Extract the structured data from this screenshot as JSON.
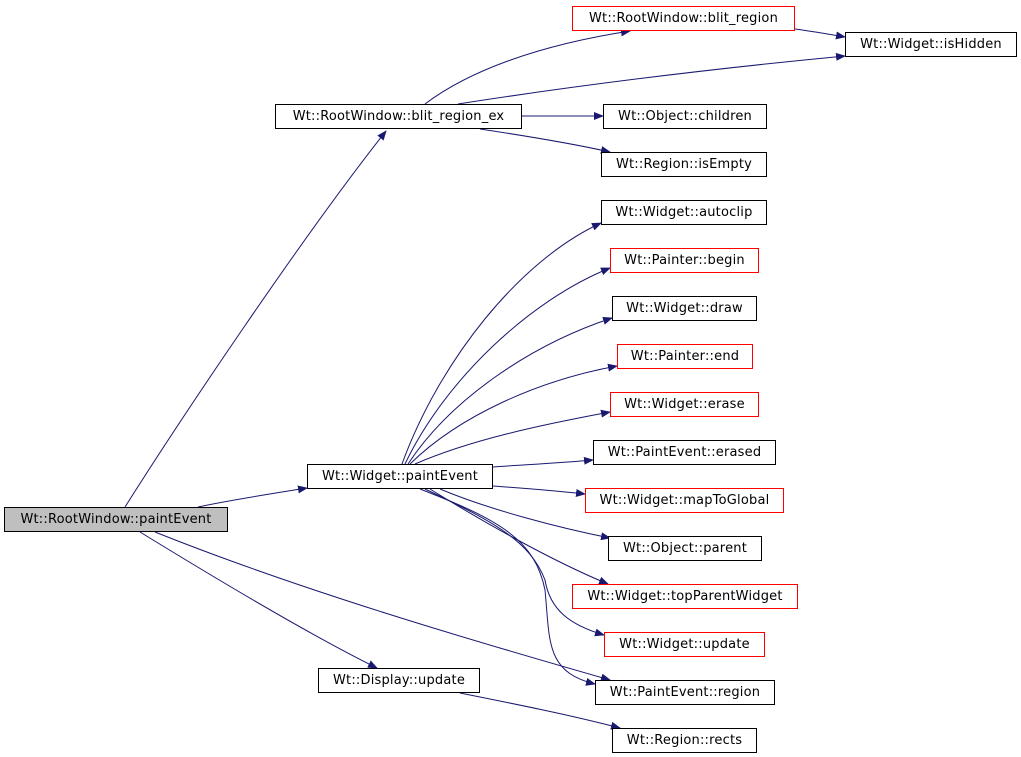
{
  "graph": {
    "colors": {
      "edge": "#191970",
      "node_border": "#000000",
      "node_border_external": "#ff0000",
      "root_fill": "#bfbfbf",
      "node_fill": "#ffffff"
    },
    "nodes": [
      {
        "id": "n0",
        "label": "Wt::RootWindow::paintEvent"
      },
      {
        "id": "n1",
        "label": "Wt::RootWindow::blit_region_ex"
      },
      {
        "id": "n2",
        "label": "Wt::RootWindow::blit_region"
      },
      {
        "id": "n3",
        "label": "Wt::Widget::isHidden"
      },
      {
        "id": "n4",
        "label": "Wt::Object::children"
      },
      {
        "id": "n5",
        "label": "Wt::Region::isEmpty"
      },
      {
        "id": "n6",
        "label": "Wt::Widget::paintEvent"
      },
      {
        "id": "n7",
        "label": "Wt::Widget::autoclip"
      },
      {
        "id": "n8",
        "label": "Wt::Painter::begin"
      },
      {
        "id": "n9",
        "label": "Wt::Widget::draw"
      },
      {
        "id": "n10",
        "label": "Wt::Painter::end"
      },
      {
        "id": "n11",
        "label": "Wt::Widget::erase"
      },
      {
        "id": "n12",
        "label": "Wt::PaintEvent::erased"
      },
      {
        "id": "n13",
        "label": "Wt::Widget::mapToGlobal"
      },
      {
        "id": "n14",
        "label": "Wt::Object::parent"
      },
      {
        "id": "n15",
        "label": "Wt::Widget::topParentWidget"
      },
      {
        "id": "n16",
        "label": "Wt::Widget::update"
      },
      {
        "id": "n17",
        "label": "Wt::Display::update"
      },
      {
        "id": "n18",
        "label": "Wt::PaintEvent::region"
      },
      {
        "id": "n19",
        "label": "Wt::Region::rects"
      }
    ],
    "edges": [
      {
        "from": "Wt::RootWindow::paintEvent",
        "to": "Wt::RootWindow::blit_region_ex"
      },
      {
        "from": "Wt::RootWindow::paintEvent",
        "to": "Wt::Widget::paintEvent"
      },
      {
        "from": "Wt::RootWindow::paintEvent",
        "to": "Wt::Display::update"
      },
      {
        "from": "Wt::RootWindow::paintEvent",
        "to": "Wt::PaintEvent::region"
      },
      {
        "from": "Wt::RootWindow::blit_region_ex",
        "to": "Wt::RootWindow::blit_region"
      },
      {
        "from": "Wt::RootWindow::blit_region_ex",
        "to": "Wt::Widget::isHidden"
      },
      {
        "from": "Wt::RootWindow::blit_region_ex",
        "to": "Wt::Object::children"
      },
      {
        "from": "Wt::RootWindow::blit_region_ex",
        "to": "Wt::Region::isEmpty"
      },
      {
        "from": "Wt::RootWindow::blit_region",
        "to": "Wt::Widget::isHidden"
      },
      {
        "from": "Wt::Widget::paintEvent",
        "to": "Wt::Widget::autoclip"
      },
      {
        "from": "Wt::Widget::paintEvent",
        "to": "Wt::Painter::begin"
      },
      {
        "from": "Wt::Widget::paintEvent",
        "to": "Wt::Widget::draw"
      },
      {
        "from": "Wt::Widget::paintEvent",
        "to": "Wt::Painter::end"
      },
      {
        "from": "Wt::Widget::paintEvent",
        "to": "Wt::Widget::erase"
      },
      {
        "from": "Wt::Widget::paintEvent",
        "to": "Wt::PaintEvent::erased"
      },
      {
        "from": "Wt::Widget::paintEvent",
        "to": "Wt::Widget::mapToGlobal"
      },
      {
        "from": "Wt::Widget::paintEvent",
        "to": "Wt::Object::parent"
      },
      {
        "from": "Wt::Widget::paintEvent",
        "to": "Wt::Widget::topParentWidget"
      },
      {
        "from": "Wt::Widget::paintEvent",
        "to": "Wt::Widget::update"
      },
      {
        "from": "Wt::Widget::paintEvent",
        "to": "Wt::PaintEvent::region"
      },
      {
        "from": "Wt::Display::update",
        "to": "Wt::Region::rects"
      }
    ]
  }
}
